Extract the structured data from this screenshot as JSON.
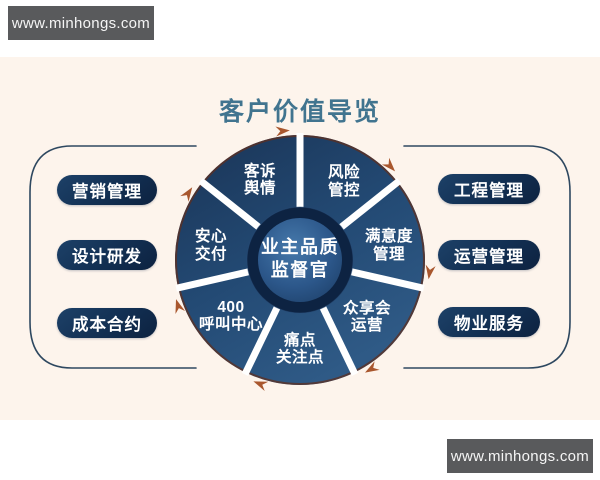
{
  "watermarks": {
    "top_left": "www.minhongs.com",
    "bottom_right": "www.minhongs.com"
  },
  "title": "客户价值导览",
  "hub": {
    "label": "业主品质监督官",
    "line1": "业主品质",
    "line2": "监督官"
  },
  "segments": [
    {
      "label": "风险管控",
      "line1": "风险",
      "line2": "管控"
    },
    {
      "label": "满意度管理",
      "line1": "满意度",
      "line2": "管理"
    },
    {
      "label": "众享会运营",
      "line1": "众享会",
      "line2": "运营"
    },
    {
      "label": "痛点关注点",
      "line1": "痛点",
      "line2": "关注点"
    },
    {
      "label": "400呼叫中心",
      "line1": "400",
      "line2": "呼叫中心"
    },
    {
      "label": "安心交付",
      "line1": "安心",
      "line2": "交付"
    },
    {
      "label": "客诉舆情",
      "line1": "客诉",
      "line2": "舆情"
    }
  ],
  "left_pills": [
    "营销管理",
    "设计研发",
    "成本合约"
  ],
  "right_pills": [
    "工程管理",
    "运营管理",
    "物业服务"
  ],
  "colors": {
    "panel_background": "#fdf4ec",
    "page_background": "#ffffff",
    "watermark_badge": "#595a5c",
    "title_text": "#41748f",
    "wheel_dark": "#1a3456",
    "wheel_light": "#2f5a86",
    "hub_ring": "#0d2342",
    "hub_center": "#3d6da0",
    "pill_navy": "#122f52",
    "arrow_orange": "#a9572e",
    "bracket_line": "#2e4860"
  }
}
